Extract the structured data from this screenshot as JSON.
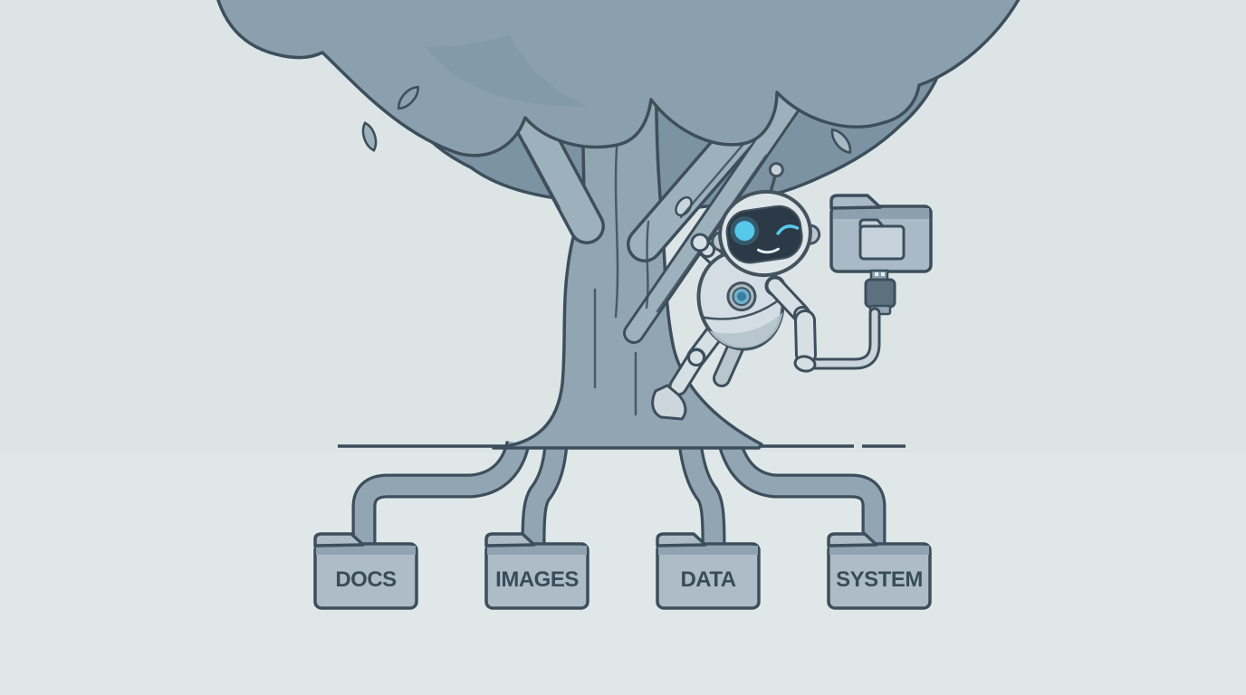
{
  "scene": {
    "type": "illustration-diagram",
    "subject": "robot climbing a file-system tree; tree roots feed four folders; robot plugs USB cable into a folder icon",
    "folders": [
      {
        "label": "DOCS"
      },
      {
        "label": "IMAGES"
      },
      {
        "label": "DATA"
      },
      {
        "label": "SYSTEM"
      }
    ],
    "palette": {
      "background": "#dce4e6",
      "canopy_light": "#8aa0ae",
      "canopy_dark": "#7b93a2",
      "trunk": "#91a5b2",
      "outline": "#3d4f5c",
      "folder_fill": "#adbcc7",
      "folder_band": "#8fa3b0",
      "label_text": "#3b4c59",
      "robot_light": "#dbe3e8",
      "robot_shade": "#b5c3cb",
      "visor": "#2b3a46",
      "eye_glow": "#57c8ea",
      "chest_core": "#3b7d9c",
      "usb_plug": "#5d707e",
      "cable": "#c9d4db"
    }
  }
}
